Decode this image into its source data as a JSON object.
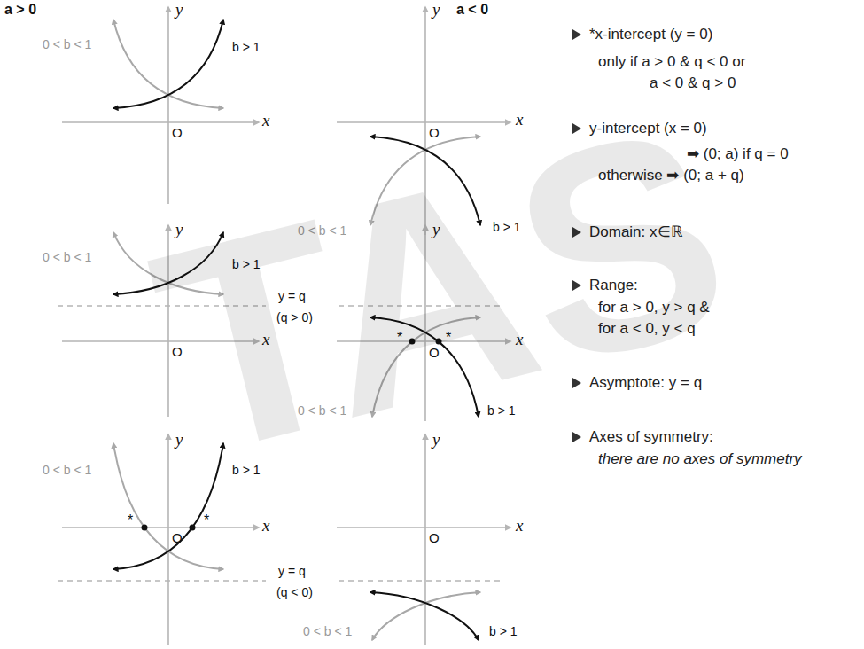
{
  "diagram": {
    "labels": [
      "a > 0",
      "a < 0",
      "y",
      "x",
      "O",
      "0 < b < 1",
      "b > 1",
      "y",
      "x",
      "O",
      "0 < b < 1",
      "b > 1",
      "y",
      "x",
      "O",
      "0 < b < 1",
      "b > 1",
      "y = q",
      "(q > 0)",
      "y",
      "x",
      "O",
      "0 < b < 1",
      "b > 1",
      "*",
      "*",
      "y",
      "x",
      "O",
      "0 < b < 1",
      "b > 1",
      "*",
      "*",
      "y",
      "x",
      "O",
      "0 < b < 1",
      "b > 1",
      "y = q",
      "(q < 0)",
      "*x-intercept (y = 0)",
      "only if a > 0 & q < 0 or",
      "a < 0 & q > 0",
      "y-intercept (x = 0)",
      "➡ (0; a) if q = 0",
      "otherwise ➡ (0; a + q)",
      "Domain: x∈ℝ",
      "Range:",
      "for a > 0, y > q &",
      "for a < 0, y < q",
      "Asymptote: y = q",
      "Axes of symmetry:",
      "there are no axes of symmetry",
      "TAS"
    ]
  }
}
